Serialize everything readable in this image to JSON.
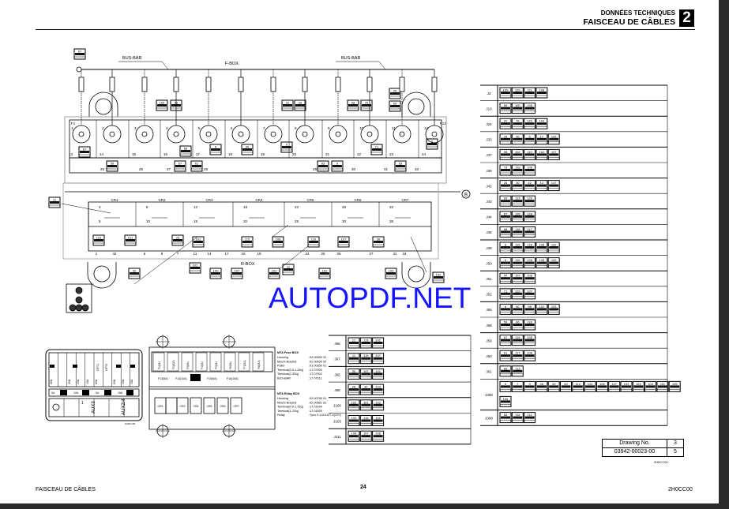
{
  "header": {
    "section": "DONNÉES TECHNIQUES",
    "title": "FAISCEAU DE CÂBLES",
    "chapter": "2"
  },
  "footer": {
    "left": "FAISCEAU DE CÂBLES",
    "page": "24",
    "code": "2H0CC00"
  },
  "watermark": "AUTOPDF.NET",
  "drawing": {
    "label": "Drawing No.",
    "number": "03942-00023-00",
    "sheet": "3",
    "of": "5",
    "code": "2H0CC00"
  },
  "fbox": {
    "name": "F-BOX",
    "bus_bar_left": "BUS-BAR",
    "bus_bar_right": "BUS-BAR",
    "first_fuse": "F1",
    "last_fuse": "F12",
    "marker": "B",
    "fuses": [
      "1",
      "2",
      "3",
      "4",
      "5",
      "6",
      "7",
      "8",
      "9",
      "10",
      "11",
      "12"
    ],
    "row2": [
      "13",
      "14",
      "15",
      "16",
      "17",
      "18",
      "19",
      "20",
      "21",
      "22",
      "23",
      "24"
    ],
    "row3": [
      "25",
      "26",
      "27",
      "28",
      "29",
      "30",
      "31",
      "33"
    ],
    "top_connector": "97"
  },
  "rbox": {
    "name": "R-BOX",
    "relays": [
      "CR1",
      "CR2",
      "CR3",
      "CR4",
      "CR5",
      "CR6",
      "CR7"
    ],
    "relay_pins": [
      [
        "3",
        "5"
      ],
      [
        "8",
        "10"
      ],
      [
        "13",
        "15"
      ],
      [
        "18",
        "20"
      ],
      [
        "23",
        "25"
      ],
      [
        "28",
        "30"
      ],
      [
        "33",
        "35"
      ]
    ],
    "bottom": [
      "1",
      "42",
      "6",
      "9",
      "7",
      "11",
      "14",
      "17",
      "16",
      "19",
      "24",
      "25",
      "26",
      "27",
      "31",
      "34"
    ]
  },
  "legend_box": {
    "ratings_top": [
      "30A",
      "20A",
      "15A",
      "15A",
      "20A",
      "20A",
      "15A",
      "15A"
    ],
    "labels_top": [
      "OPT1",
      "OPT2"
    ],
    "ratings_mid": [
      "5A",
      "10A",
      "5A",
      "15A"
    ],
    "bottom": [
      "1",
      "AUX3",
      "AUX2/4"
    ],
    "code": "2H0CC00"
  },
  "mta": {
    "fuses": [
      "F1(5A)",
      "F2(10A)",
      "F3(5A)",
      "F4(5A)",
      "F5(5A)",
      "F6(5A)",
      "F7(15A)",
      "F8(15A)"
    ],
    "fuses_bottom": [
      "F13(5A)",
      "F14(10A)",
      "F15(5A)",
      "F16(15A)"
    ],
    "relays": [
      "CR1",
      "CR3",
      "CR4",
      "CR5",
      "CR6",
      "CR7"
    ],
    "fuse_box_title": "MTA Fuse BOX",
    "fuse_box_lines": [
      [
        "Housing",
        ":02.00650 01"
      ],
      [
        "Mount Bracket",
        ":02.00690 02"
      ],
      [
        "Puller",
        ":01.00350 01"
      ],
      [
        "Terminal(0.5-1.25q)",
        ":17.07900"
      ],
      [
        "Terminal(2-3Sq)",
        ":17.07902"
      ],
      [
        "BUS-BAR",
        ":17.07011"
      ]
    ],
    "relay_box_title": "MTA Relay BOX",
    "relay_box_lines": [
      [
        "Housing",
        ":02.00790 01"
      ],
      [
        "Mount Bracket",
        ":02.00681 02"
      ],
      [
        "Terminal(0.5-1.25q)",
        ":17.01640"
      ],
      [
        "Terminal(1-2Sq)",
        ":17.01655"
      ],
      [
        "Relay",
        ":Tyco 0-1419127-4(12V)"
      ]
    ]
  },
  "connectors_right": [
    {
      "id": "J3",
      "pins": [
        "100",
        "120",
        "111",
        "108"
      ]
    },
    {
      "id": "J13",
      "pins": [
        "99",
        "100",
        "106"
      ]
    },
    {
      "id": "J24",
      "pins": [
        "22",
        "76",
        "120",
        "104"
      ]
    },
    {
      "id": "J33",
      "pins": [
        "26",
        "40",
        "6",
        "17",
        "142"
      ]
    },
    {
      "id": "J37",
      "pins": [
        "98",
        "102",
        "110",
        "102",
        "107"
      ]
    },
    {
      "id": "J39",
      "pins": [
        "76",
        "128",
        "108"
      ]
    },
    {
      "id": "J42",
      "pins": [
        "26",
        "30",
        "42",
        "13",
        "147"
      ]
    },
    {
      "id": "J43",
      "pins": [
        "69",
        "113",
        "129"
      ]
    },
    {
      "id": "J44",
      "pins": [
        "67",
        "116",
        "128"
      ]
    },
    {
      "id": "J45",
      "pins": [
        "68",
        "118",
        "117"
      ]
    },
    {
      "id": "J49",
      "pins": [
        "6",
        "116",
        "128",
        "108",
        "102"
      ]
    },
    {
      "id": "J50",
      "pins": [
        "6",
        "116",
        "128",
        "108",
        "102"
      ]
    },
    {
      "id": "J51",
      "pins": [
        "90",
        "102",
        "108"
      ]
    },
    {
      "id": "J52",
      "pins": [
        "71",
        "126",
        "107"
      ]
    },
    {
      "id": "J55",
      "pins": [
        "6",
        "90",
        "98",
        "102",
        "103"
      ]
    },
    {
      "id": "J58",
      "pins": [
        "59",
        "66",
        "118"
      ]
    },
    {
      "id": "J59",
      "pins": [
        "67",
        "116",
        "108"
      ]
    },
    {
      "id": "J60",
      "pins": [
        "61",
        "117",
        "108"
      ]
    },
    {
      "id": "J61",
      "pins": [
        "83",
        "113"
      ]
    },
    {
      "id": "J300",
      "pins": [
        "6",
        "7",
        "9",
        "26",
        "49",
        "62",
        "112",
        "124",
        "106",
        "107",
        "102",
        "103",
        "104",
        "111",
        "105",
        "106"
      ]
    },
    {
      "id": "J308",
      "pins": [
        "83",
        "116",
        "112"
      ]
    }
  ],
  "connectors_left": [
    {
      "id": "J66",
      "pins": [
        "11",
        "119",
        "102"
      ]
    },
    {
      "id": "J67",
      "pins": [
        "11",
        "119",
        "107"
      ]
    },
    {
      "id": "J65",
      "pins": [
        "36",
        "102",
        "101"
      ]
    },
    {
      "id": "J68",
      "pins": [
        "26",
        "32",
        "103"
      ]
    },
    {
      "id": "J100",
      "pins": [
        "102",
        "101",
        "102"
      ]
    },
    {
      "id": "J103",
      "pins": [
        "100",
        "116",
        "115"
      ]
    },
    {
      "id": "J111",
      "pins": [
        "108",
        "107",
        "108"
      ]
    }
  ]
}
